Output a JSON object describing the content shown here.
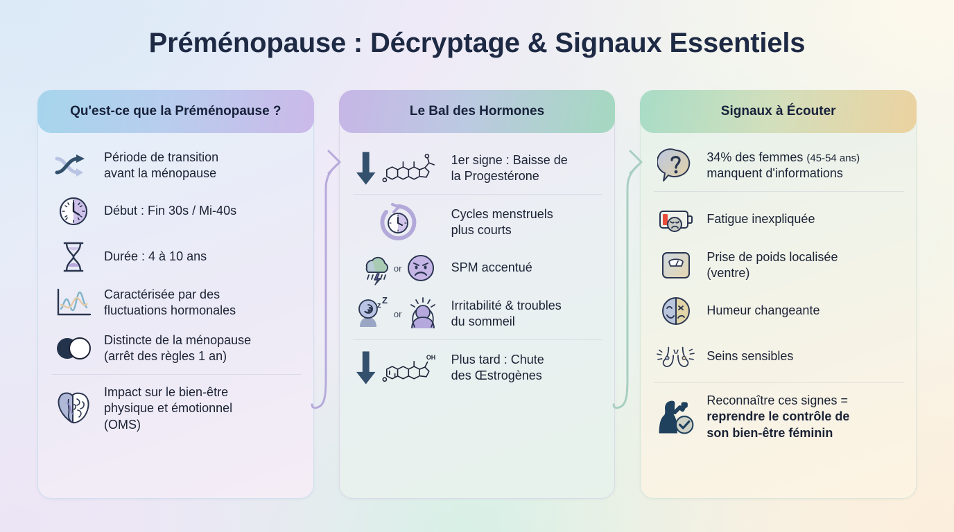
{
  "title": "Préménopause : Décryptage & Signaux Essentiels",
  "theme": {
    "title_color": "#1e2a44",
    "header1_gradient": [
      "#a6d5ec",
      "#cbb9e9"
    ],
    "header2_gradient": [
      "#c6b6e6",
      "#a5d8c0"
    ],
    "header3_gradient": [
      "#a8dcc6",
      "#ecd2a0"
    ],
    "connector1_color": "#b6aada",
    "connector2_color": "#a8cfc1",
    "arrow_dark": "#2c4259"
  },
  "columns": [
    {
      "header": "Qu'est-ce que la Préménopause ?",
      "items": [
        {
          "icon": "shuffle-arrows-icon",
          "text": "Période de transition\navant la ménopause"
        },
        {
          "icon": "clock-icon",
          "text": "Début : Fin 30s / Mi-40s"
        },
        {
          "icon": "hourglass-icon",
          "text": "Durée : 4 à 10 ans"
        },
        {
          "icon": "fluctuation-chart-icon",
          "text": "Caractérisée par des\nfluctuations hormonales"
        },
        {
          "icon": "venn-circles-icon",
          "text": "Distincte de la ménopause\n(arrêt des règles 1 an)"
        },
        {
          "icon": "heart-brain-icon",
          "text": "Impact sur le bien-être\nphysique et émotionnel\n(OMS)",
          "divider": true
        }
      ]
    },
    {
      "header": "Le Bal des Hormones",
      "items": [
        {
          "icon": "down-arrow-progesterone-icon",
          "text": "1er signe : Baisse de\nla Progestérone"
        },
        {
          "icon": "cycle-clock-icon",
          "text": "Cycles menstruels\nplus courts",
          "divider": true
        },
        {
          "icon": "storm-cloud-icon",
          "icon2": "sad-face-icon",
          "connector_word": "or",
          "text": "SPM accentué"
        },
        {
          "icon": "insomnia-head-icon",
          "icon2": "stressed-person-icon",
          "connector_word": "or",
          "text": "Irritabilité & troubles\ndu sommeil"
        },
        {
          "icon": "down-arrow-estrogen-icon",
          "text": "Plus tard : Chute\ndes Œstrogènes",
          "divider": true
        }
      ]
    },
    {
      "header": "Signaux à Écouter",
      "items": [
        {
          "icon": "question-bubble-icon",
          "text_lead": "34% des femmes ",
          "text_small": "(45-54 ans)",
          "text_tail": "\nmanquent d'informations"
        },
        {
          "icon": "low-battery-face-icon",
          "text": "Fatigue inexpliquée",
          "divider": true
        },
        {
          "icon": "weight-scale-icon",
          "text": "Prise de poids localisée\n(ventre)"
        },
        {
          "icon": "mood-split-face-icon",
          "text": "Humeur changeante"
        },
        {
          "icon": "sensitive-breasts-icon",
          "text": "Seins sensibles"
        },
        {
          "icon": "empowered-woman-check-icon",
          "text_plain": "Reconnaître ces signes =",
          "text_bold": "\nreprendre le contrôle de\nson bien-être féminin",
          "divider": true
        }
      ]
    }
  ]
}
